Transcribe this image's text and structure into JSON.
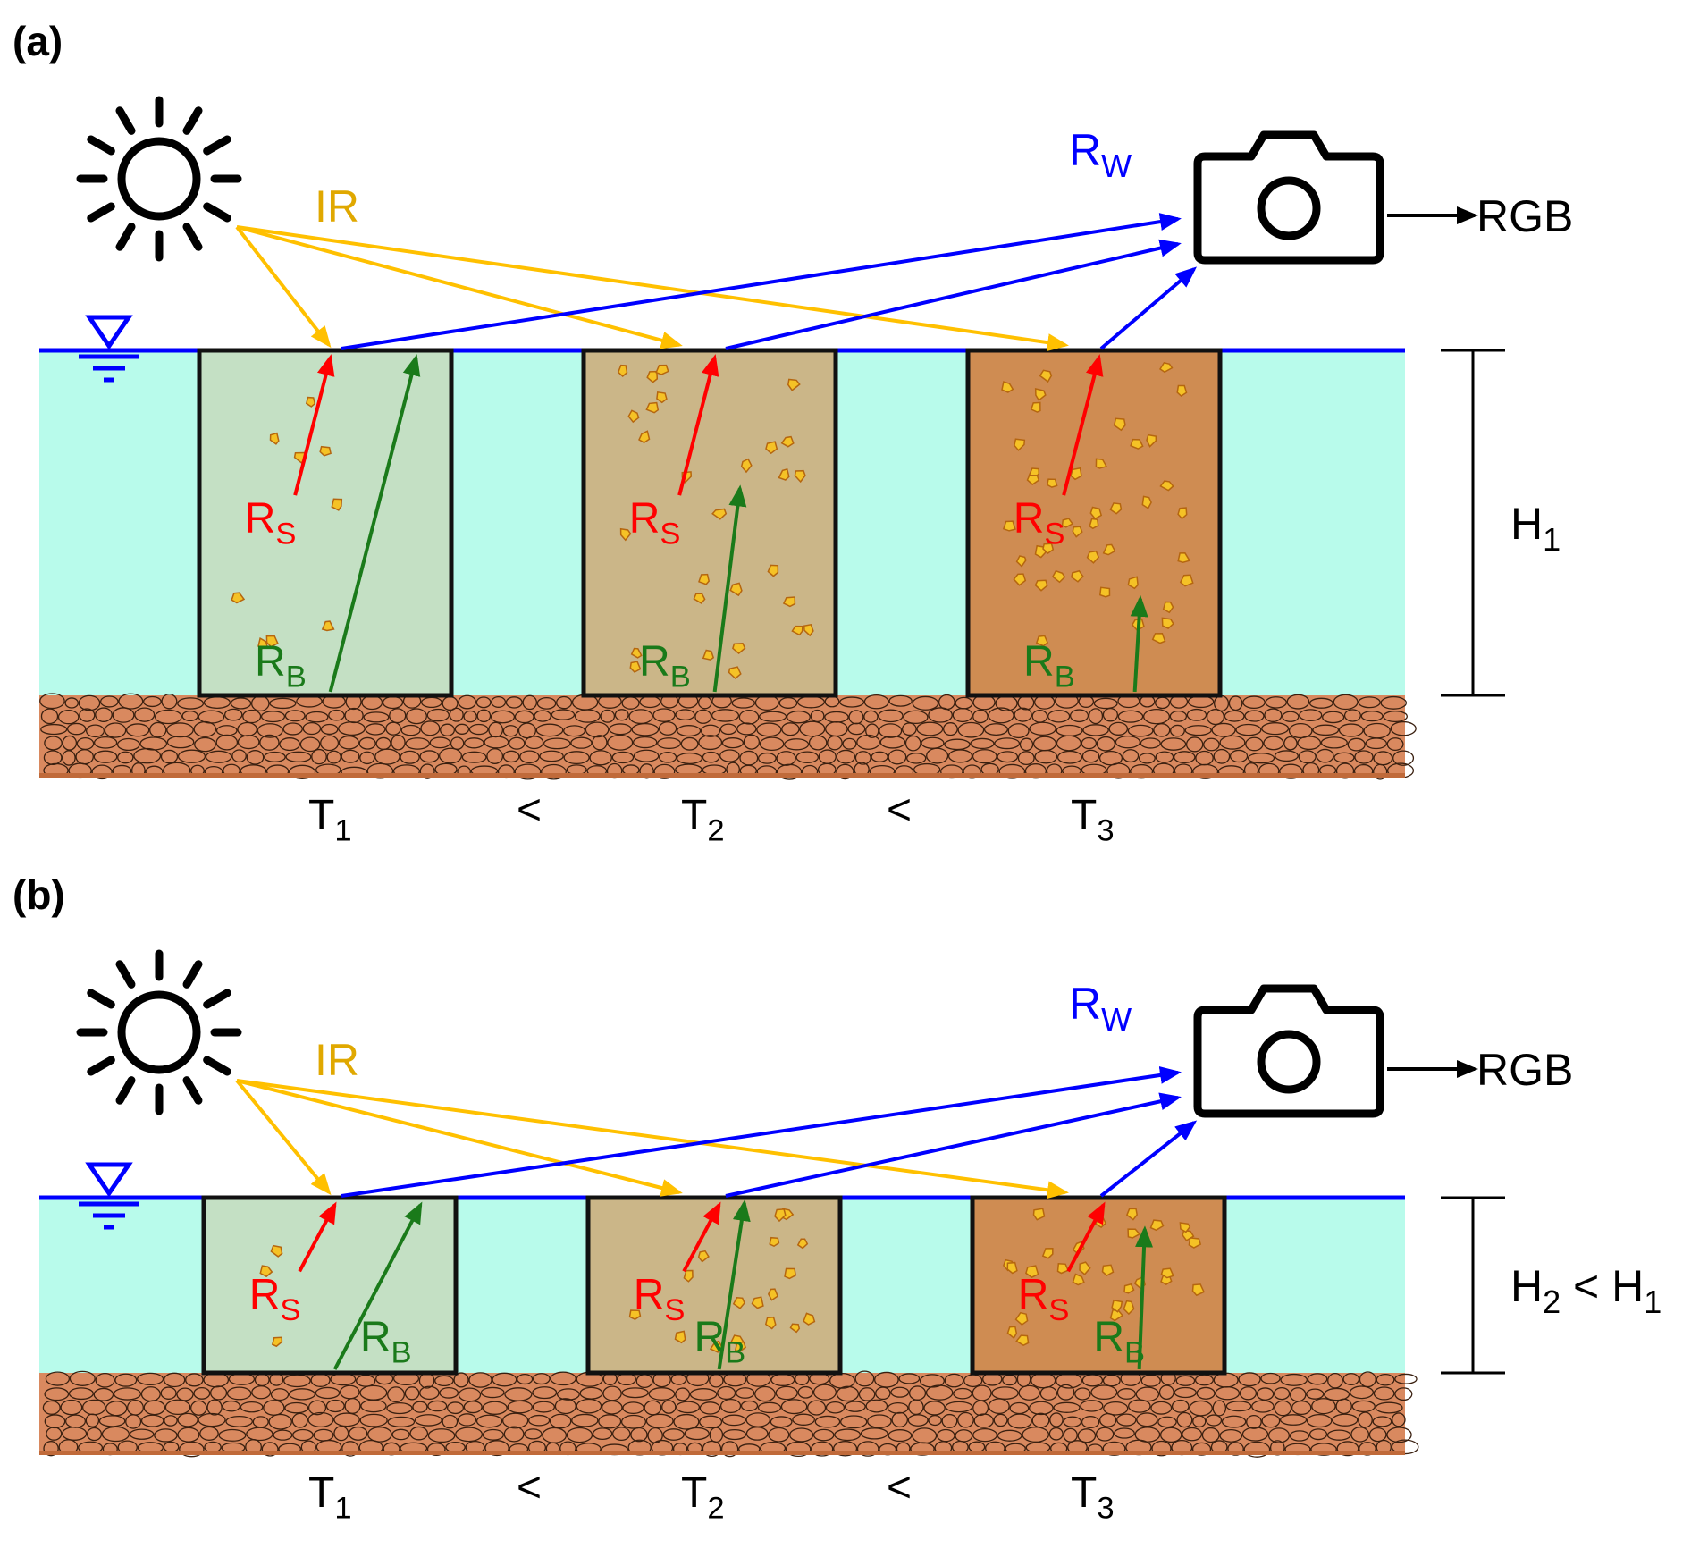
{
  "colors": {
    "water": "#b8fbeb",
    "water_line": "#0000ff",
    "ir": "#ffc000",
    "rs": "#ff0000",
    "rb": "#1a7a1a",
    "rw": "#0000ff",
    "bed": "#d9895f",
    "bed_dark": "#c06a3a",
    "sediment": "#f5c226",
    "container": [
      "#c4e0c4",
      "#cbb688",
      "#cf8c52"
    ]
  },
  "panels": [
    {
      "label": "(a)",
      "ir_label": "IR",
      "rw_label": "R",
      "rw_sub": "W",
      "rgb_label": "RGB",
      "depth_label": "H",
      "depth_sub": "1",
      "depth_suffix": "",
      "containers": [
        {
          "rs": "R",
          "rs_sub": "S",
          "rb": "R",
          "rb_sub": "B"
        },
        {
          "rs": "R",
          "rs_sub": "S",
          "rb": "R",
          "rb_sub": "B"
        },
        {
          "rs": "R",
          "rs_sub": "S",
          "rb": "R",
          "rb_sub": "B"
        }
      ],
      "turbidity": [
        {
          "t": "T",
          "sub": "1"
        },
        {
          "lt": "<"
        },
        {
          "t": "T",
          "sub": "2"
        },
        {
          "lt": "<"
        },
        {
          "t": "T",
          "sub": "3"
        }
      ]
    },
    {
      "label": "(b)",
      "ir_label": "IR",
      "rw_label": "R",
      "rw_sub": "W",
      "rgb_label": "RGB",
      "depth_label": "H",
      "depth_sub": "2",
      "depth_suffix": " < H",
      "depth_suffix_sub": "1",
      "containers": [
        {
          "rs": "R",
          "rs_sub": "S",
          "rb": "R",
          "rb_sub": "B"
        },
        {
          "rs": "R",
          "rs_sub": "S",
          "rb": "R",
          "rb_sub": "B"
        },
        {
          "rs": "R",
          "rs_sub": "S",
          "rb": "R",
          "rb_sub": "B"
        }
      ],
      "turbidity": [
        {
          "t": "T",
          "sub": "1"
        },
        {
          "lt": "<"
        },
        {
          "t": "T",
          "sub": "2"
        },
        {
          "lt": "<"
        },
        {
          "t": "T",
          "sub": "3"
        }
      ]
    }
  ]
}
